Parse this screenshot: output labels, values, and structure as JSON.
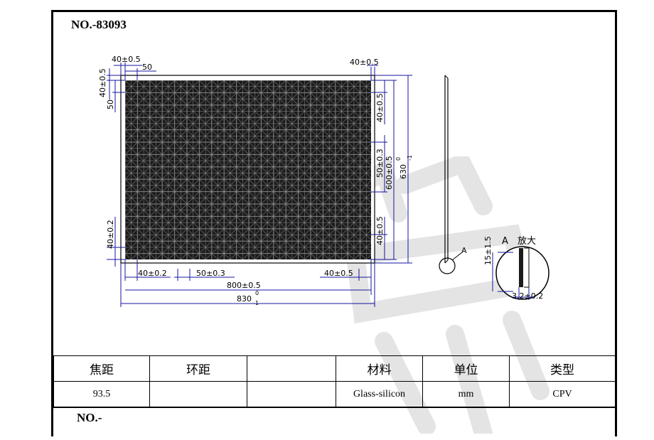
{
  "header": {
    "model_number": "NO.-83093"
  },
  "drawing": {
    "dims": {
      "top_left_margin": "40±0.5",
      "top_cell_width": "50",
      "left_top_margin": "40±0.5",
      "left_cell_height": "50",
      "top_right_margin": "40±0.5",
      "right_top_margin": "40±0.5",
      "right_cell_pitch": "50±0.3",
      "inner_height": "600±0.5",
      "outer_height": "630",
      "outer_height_tol_top": "0",
      "outer_height_tol_bottom": "-1",
      "right_bottom_margin": "40±0.5",
      "left_bottom_margin": "40±0.2",
      "bottom_left_margin": "40±0.2",
      "bottom_cell_pitch": "50±0.3",
      "bottom_right_margin": "40±0.5",
      "inner_width": "800±0.5",
      "outer_width": "830",
      "outer_width_tol_top": "0",
      "outer_width_tol_bottom": "-1"
    },
    "detail": {
      "section_marker": "A",
      "title_letter": "A",
      "title_text": "放大",
      "height_dim": "15±1.5",
      "thickness_dim": "3.2±0.2"
    }
  },
  "table": {
    "headers": [
      "焦距",
      "环距",
      "",
      "材料",
      "单位",
      "类型"
    ],
    "values": [
      "93.5",
      "",
      "",
      "Glass-silicon",
      "mm",
      "CPV"
    ]
  },
  "footer": {
    "model_label": "NO.-"
  },
  "colors": {
    "panel": "#1b1b1b",
    "dim_line": "#1515a0",
    "frame": "#000000"
  }
}
